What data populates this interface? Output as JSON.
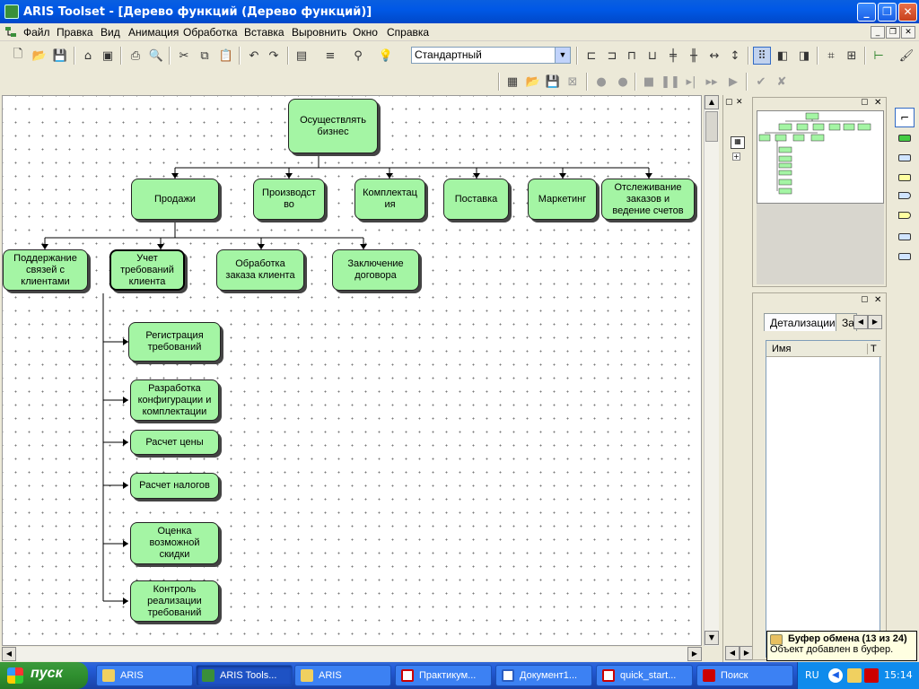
{
  "window": {
    "title": "ARIS Toolset - [Дерево функций (Дерево функций)]"
  },
  "menu": [
    "Файл",
    "Правка",
    "Вид",
    "Анимация",
    "Обработка",
    "Вставка",
    "Выровнить",
    "Окно",
    "Справка"
  ],
  "toolbar": {
    "style_value": "Стандартный"
  },
  "diagram": {
    "root": "Осуществлять\nбизнес",
    "level1": [
      "Продажи",
      "Производст\nво",
      "Комплектац\nия",
      "Поставка",
      "Маркетинг",
      "Отслеживание\nзаказов и\nведение счетов"
    ],
    "level2": [
      "Поддержание\nсвязей с\nклиентами",
      "Учет\nтребований\nклиента",
      "Обработка\nзаказа клиента",
      "Заключение\nдоговора"
    ],
    "level3": [
      "Регистрация\nтребований",
      "Разработка\nконфигурации и\nкомплектации",
      "Расчет цены",
      "Расчет налогов",
      "Оценка\nвозможной\nскидки",
      "Контроль\nреализации\nтребований"
    ]
  },
  "details_panel": {
    "tab1": "Детализации",
    "tab2": "За",
    "column": "Имя",
    "column2": "Т"
  },
  "notification": {
    "title": "Буфер обмена (13 из 24)",
    "text": "Объект добавлен в буфер."
  },
  "taskbar": {
    "start": "пуск",
    "tasks": [
      "ARIS",
      "ARIS Tools...",
      "ARIS",
      "Практикум...",
      "Документ1...",
      "quick_start...",
      "Поиск"
    ],
    "lang": "RU",
    "clock": "15:14"
  },
  "colors": {
    "node_fill": "#a4f5a4",
    "titlebar": "#0058e6",
    "taskbar": "#245edb"
  }
}
